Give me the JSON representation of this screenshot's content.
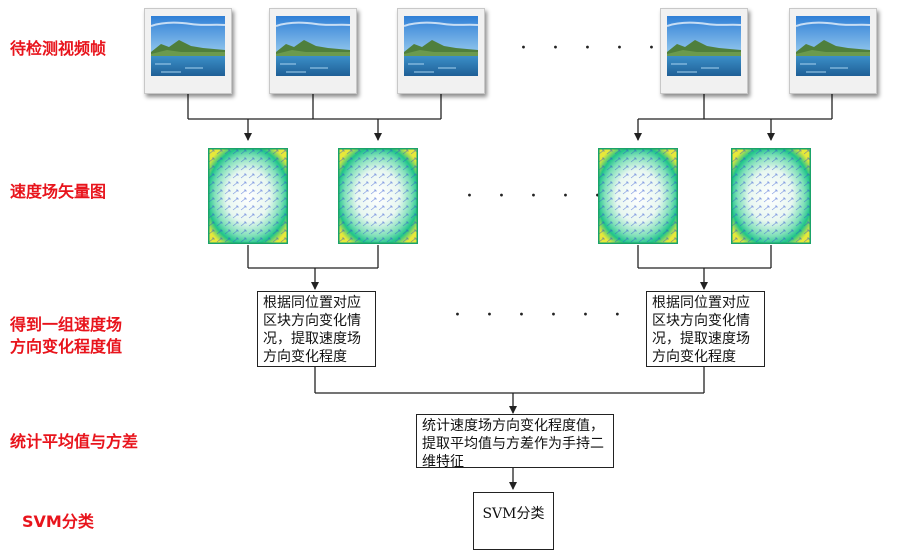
{
  "labels": {
    "frames": "待检测视频帧",
    "vector_map": "速度场矢量图",
    "direction_change": "得到一组速度场\n方向变化程度值",
    "statistics": "统计平均值与方差",
    "svm": "SVM分类"
  },
  "boxes": {
    "local_left": "根据同位置对应区块方向变化情况，提取速度场方向变化程度",
    "local_right": "根据同位置对应区块方向变化情况，提取速度场方向变化程度",
    "statistics": "统计速度场方向变化程度值，提取平均值与方差作为手持二维特征",
    "svm": "SVM分类"
  },
  "ellipsis": "· · · · · ·",
  "colors": {
    "label": "#e8141c",
    "line": "#222222"
  }
}
